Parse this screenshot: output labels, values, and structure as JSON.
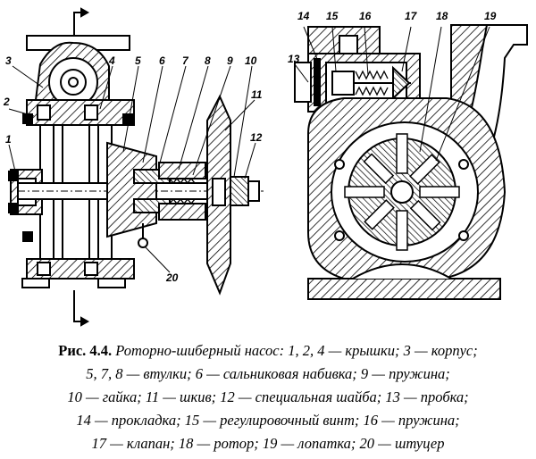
{
  "figure": {
    "labels": [
      "1",
      "2",
      "3",
      "4",
      "5",
      "6",
      "7",
      "8",
      "9",
      "10",
      "11",
      "12",
      "13",
      "14",
      "15",
      "16",
      "17",
      "18",
      "19",
      "20"
    ]
  },
  "caption": {
    "lead": "Рис. 4.4.",
    "line1": "Роторно-шиберный насос: 1, 2, 4 — крышки; 3 — корпус;",
    "line2": "5, 7, 8 — втулки; 6 — сальниковая набивка; 9 — пружина;",
    "line3": "10 — гайка; 11 — шкив; 12 — специальная шайба; 13 — пробка;",
    "line4": "14 — прокладка; 15 — регулировочный винт; 16 — пружина;",
    "line5": "17 — клапан; 18 — ротор; 19 — лопатка; 20 — штуцер"
  }
}
